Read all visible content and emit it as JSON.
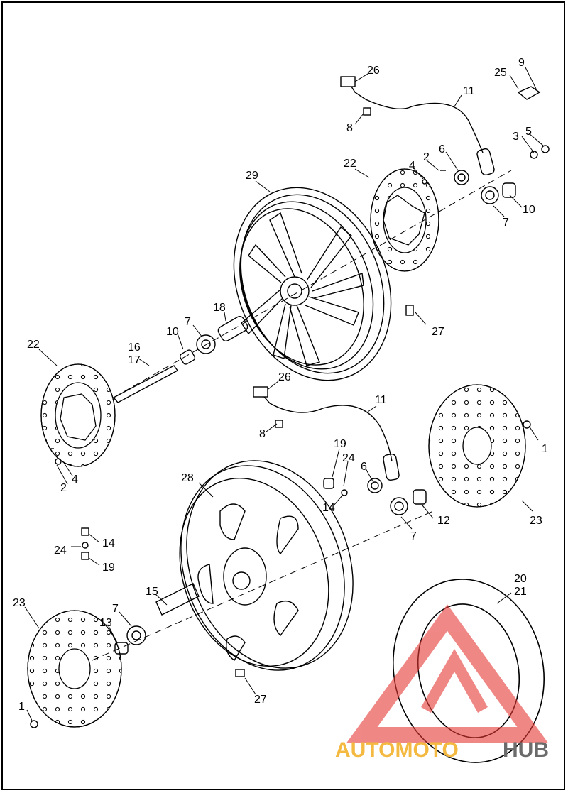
{
  "callouts": [
    {
      "id": "c26a",
      "text": "26"
    },
    {
      "id": "c11a",
      "text": "11"
    },
    {
      "id": "c25",
      "text": "25"
    },
    {
      "id": "c9",
      "text": "9"
    },
    {
      "id": "c8a",
      "text": "8"
    },
    {
      "id": "c3",
      "text": "3"
    },
    {
      "id": "c5",
      "text": "5"
    },
    {
      "id": "c2a",
      "text": "2"
    },
    {
      "id": "c6a",
      "text": "6"
    },
    {
      "id": "c4a",
      "text": "4"
    },
    {
      "id": "c22a",
      "text": "22"
    },
    {
      "id": "c29",
      "text": "29"
    },
    {
      "id": "c10a",
      "text": "10"
    },
    {
      "id": "c7a",
      "text": "7"
    },
    {
      "id": "c18",
      "text": "18"
    },
    {
      "id": "c7b",
      "text": "7"
    },
    {
      "id": "c10b",
      "text": "10"
    },
    {
      "id": "c16",
      "text": "16"
    },
    {
      "id": "c17",
      "text": "17"
    },
    {
      "id": "c22b",
      "text": "22"
    },
    {
      "id": "c27a",
      "text": "27"
    },
    {
      "id": "c26b",
      "text": "26"
    },
    {
      "id": "c11b",
      "text": "11"
    },
    {
      "id": "c8b",
      "text": "8"
    },
    {
      "id": "c1a",
      "text": "1"
    },
    {
      "id": "c2b",
      "text": "2"
    },
    {
      "id": "c4b",
      "text": "4"
    },
    {
      "id": "c19a",
      "text": "19"
    },
    {
      "id": "c24a",
      "text": "24"
    },
    {
      "id": "c6b",
      "text": "6"
    },
    {
      "id": "c28",
      "text": "28"
    },
    {
      "id": "c14a",
      "text": "14"
    },
    {
      "id": "c12",
      "text": "12"
    },
    {
      "id": "c7c",
      "text": "7"
    },
    {
      "id": "c23a",
      "text": "23"
    },
    {
      "id": "c24b",
      "text": "24"
    },
    {
      "id": "c14b",
      "text": "14"
    },
    {
      "id": "c19b",
      "text": "19"
    },
    {
      "id": "c15",
      "text": "15"
    },
    {
      "id": "c20",
      "text": "20"
    },
    {
      "id": "c21",
      "text": "21"
    },
    {
      "id": "c23b",
      "text": "23"
    },
    {
      "id": "c7d",
      "text": "7"
    },
    {
      "id": "c13",
      "text": "13"
    },
    {
      "id": "c1b",
      "text": "1"
    },
    {
      "id": "c27b",
      "text": "27"
    }
  ],
  "watermark": {
    "part1": "AUTOMOTO",
    "part2": "HUB",
    "color1": "#f4b940",
    "color2": "#6b6b6b",
    "logo_color": "#e53935"
  }
}
